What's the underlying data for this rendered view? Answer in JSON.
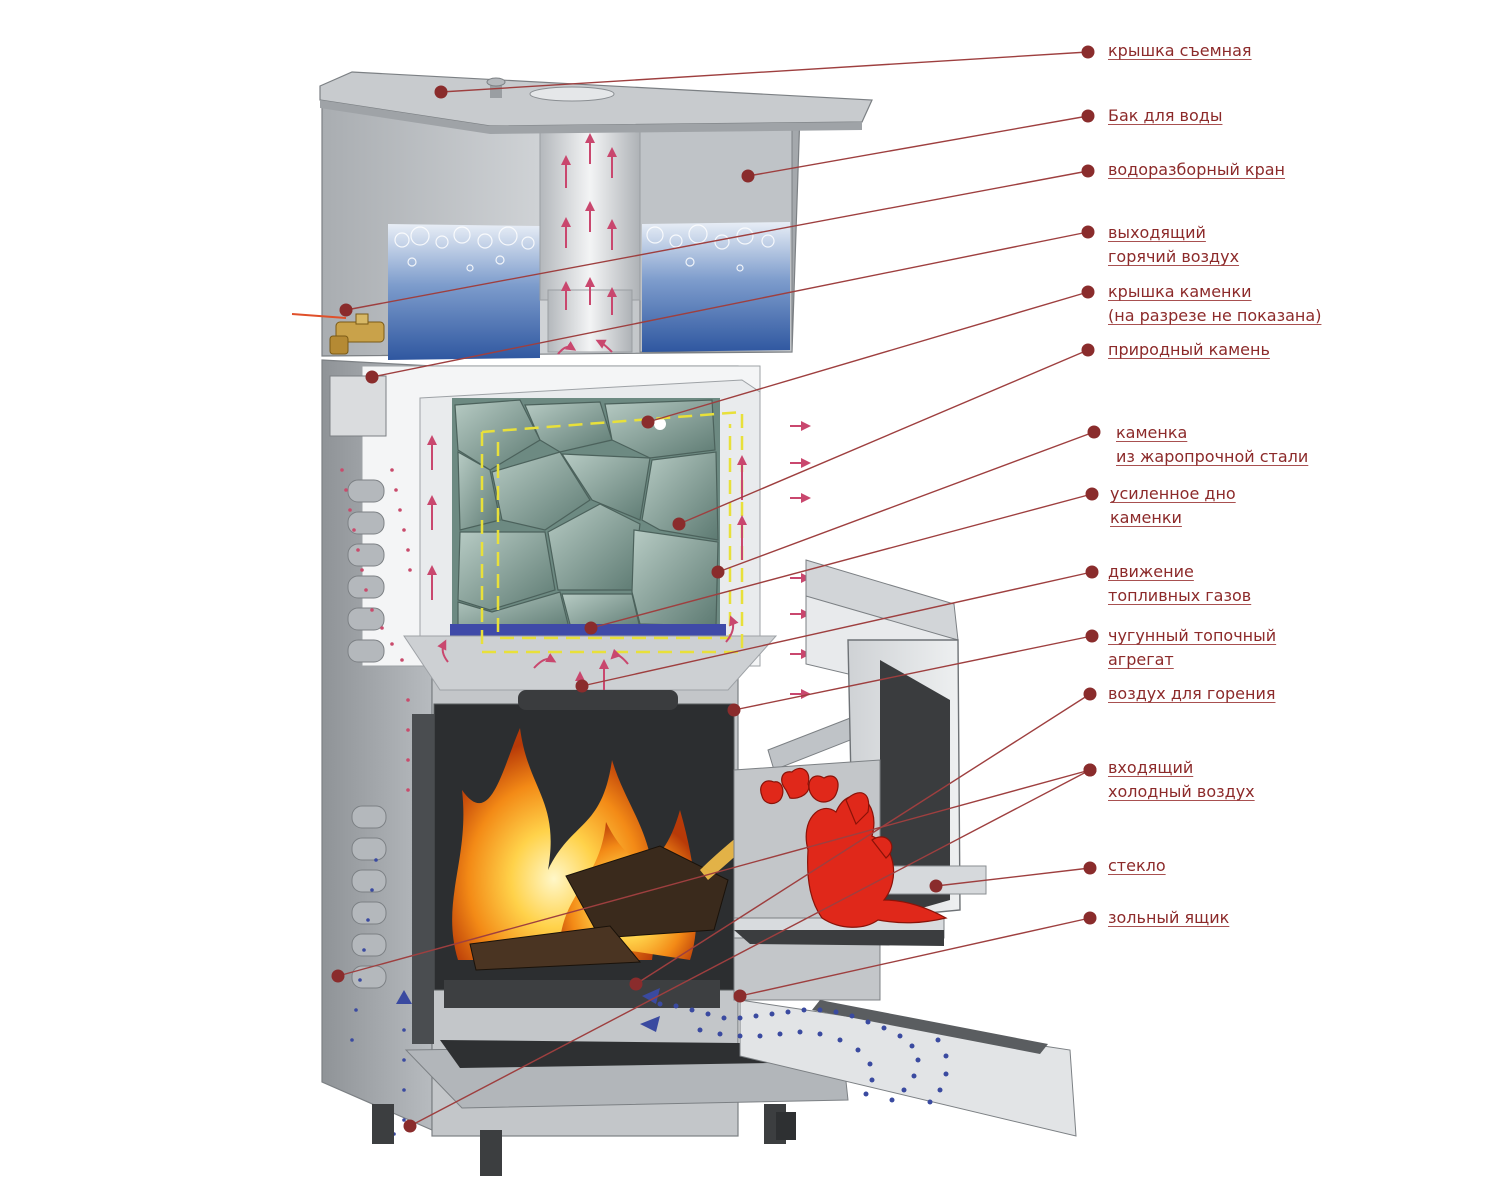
{
  "colors": {
    "label_text": "#8c2a2a",
    "leader": "#9e3f3f",
    "dot": "#8a2c2c",
    "steel": "#b9bcbf",
    "steel_dark": "#8e9296",
    "water": "#3a63a8",
    "rocks": "#7d9a92",
    "fire": "#f39a1c",
    "gas_arrows": "#c9476e",
    "cold_air": "#3a4aa0",
    "combustion_outline": "#e8e03a",
    "dragon": "#e0281a"
  },
  "callouts": [
    {
      "lines": [
        "крышка съемная"
      ]
    },
    {
      "lines": [
        "Бак для воды"
      ]
    },
    {
      "lines": [
        "водоразборный кран"
      ]
    },
    {
      "lines": [
        "выходящий ",
        "горячий воздух"
      ]
    },
    {
      "lines": [
        "крышка каменки",
        "(на разрезе не  показана)"
      ]
    },
    {
      "lines": [
        "природный камень"
      ]
    },
    {
      "lines": [
        "каменка",
        "из жаропрочной стали"
      ]
    },
    {
      "lines": [
        "усиленное дно",
        "каменки"
      ]
    },
    {
      "lines": [
        "движение ",
        "топливных газов "
      ]
    },
    {
      "lines": [
        "чугунный топочный",
        " агрегат"
      ]
    },
    {
      "lines": [
        "воздух для горения"
      ]
    },
    {
      "lines": [
        "входящий ",
        "холодный воздух"
      ]
    },
    {
      "lines": [
        "стекло"
      ]
    },
    {
      "lines": [
        "зольный ящик"
      ]
    }
  ],
  "icons": {
    "tap": "water-tap-icon",
    "dragon": "dragon-icon",
    "flame": "flame-icon"
  }
}
